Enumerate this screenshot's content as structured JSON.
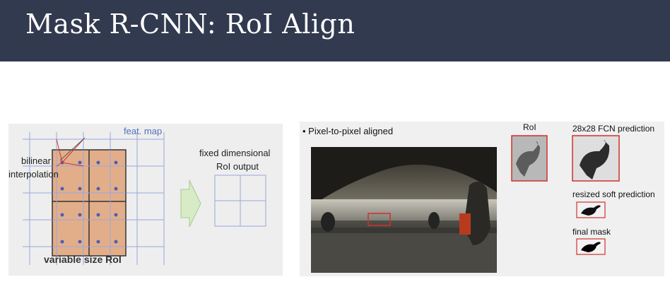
{
  "header": {
    "title": "Mask R-CNN: RoI Align"
  },
  "left_figure": {
    "feat_map_label": "feat. map",
    "bilinear_label": "bilinear",
    "interpolation_label": "interpolation",
    "variable_roi_label": "variable size RoI",
    "fixed_label_line1": "fixed dimensional",
    "fixed_label_line2": "RoI output"
  },
  "right_figure": {
    "bullet": "• Pixel-to-pixel aligned",
    "roi_label": "RoI",
    "fcn_label": "28x28 FCN prediction",
    "resized_label": "resized soft prediction",
    "final_mask_label": "final mask"
  },
  "colors": {
    "header_bg": "#323a4f",
    "roi_fill": "#e0a57c",
    "grid_line": "#9aa7dd",
    "sample_dot": "#4a5fb8",
    "arrow_fill": "#d7ecc6",
    "highlight_box": "#d0312d"
  }
}
